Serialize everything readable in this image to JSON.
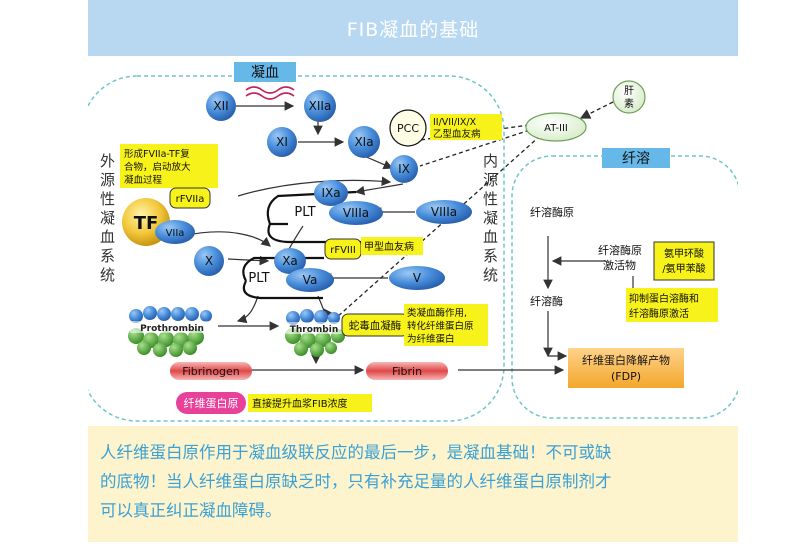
{
  "header": {
    "title": "FIB凝血的基础"
  },
  "diagram": {
    "coag_label": "凝血",
    "fibrinolysis_label": "纤溶",
    "extrinsic_label": [
      "外",
      "源",
      "性",
      "凝",
      "血",
      "系",
      "统"
    ],
    "intrinsic_label": [
      "内",
      "源",
      "性",
      "凝",
      "血",
      "系",
      "统"
    ],
    "factors": {
      "xii": "XII",
      "xiia": "XIIa",
      "xi": "XI",
      "xia": "XIa",
      "ix": "IX",
      "ixa": "IXa",
      "viiia_in": "VIIIa",
      "viiia": "VIIIa",
      "tf": "TF",
      "viia": "VIIa",
      "x": "X",
      "xa": "Xa",
      "va": "Va",
      "v": "V",
      "plt1": "PLT",
      "plt2": "PLT"
    },
    "pcc": "PCC",
    "pcc_note": [
      "II/VII/IX/X",
      "乙型血友病"
    ],
    "rfviia_note": [
      "形成FVIIa-TF复",
      "合物，启动放大",
      "凝血过程"
    ],
    "rfviia": "rFVIIa",
    "rfviii": "rFVIII",
    "rfviii_note": "甲型血友病",
    "at3": "AT-III",
    "heparin": [
      "肝",
      "素"
    ],
    "prothrombin": "Prothrombin",
    "thrombin": "Thrombin",
    "snake_venom": "蛇毒血凝酶",
    "snake_note": [
      "类凝血酶作用,",
      "转化纤维蛋白原",
      "为纤维蛋白"
    ],
    "fibrinogen": "Fibrinogen",
    "fibrin": "Fibrin",
    "fibrinogen_cn": "纤维蛋白原",
    "fib_note": "直接提升血浆FIB浓度",
    "plasminogen": "纤溶酶原",
    "activator": [
      "纤溶酶原",
      "激活物"
    ],
    "acid_drugs": [
      "氨甲环酸",
      "/氨甲苯酸"
    ],
    "inhibit_note": [
      "抑制蛋白溶酶和",
      "纤溶酶原激活"
    ],
    "plasmin": "纤溶酶",
    "fdp": [
      "纤维蛋白降解产物",
      "(FDP)"
    ]
  },
  "footer": {
    "lines": [
      "人纤维蛋白原作用于凝血级联反应的最后一步，是凝血基础！不可或缺",
      "的底物！当人纤维蛋白原缺乏时，只有补充足量的人纤维蛋白原制剂才",
      "可以真正纠正凝血障碍。"
    ]
  },
  "colors": {
    "header_bg": "#b8d8f2",
    "footer_bg": "#fdf3cc",
    "footer_text": "#3aa0d6",
    "factor_blue": "#3f86d6",
    "note_yellow": "#f7f21a",
    "dashed_border": "#6fc6c6"
  }
}
